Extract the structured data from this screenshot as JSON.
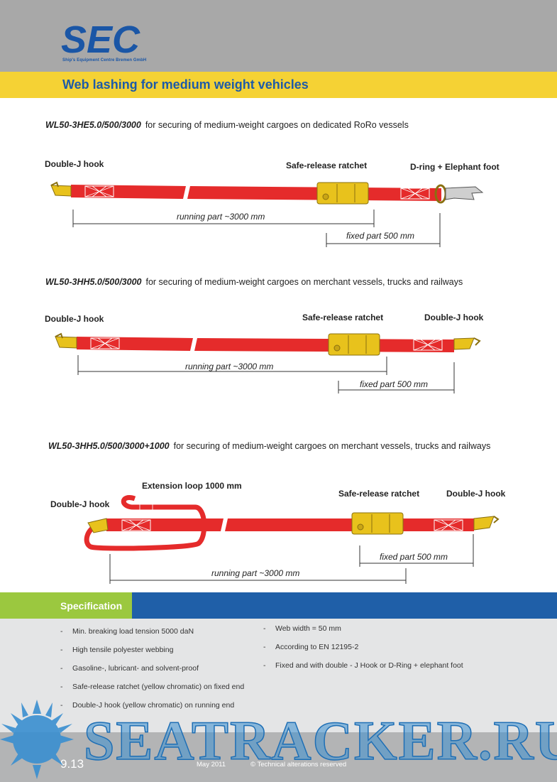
{
  "header": {
    "logo_text": "SEC",
    "logo_subtitle": "Ship's Equipment Centre Bremen GmbH",
    "title": "Web lashing for medium weight vehicles"
  },
  "products": [
    {
      "code": "WL50-3HE5.0/500/3000",
      "description": "for securing of medium-weight cargoes on dedicated RoRo vessels",
      "label_left": "Double-J hook",
      "label_mid": "Safe-release ratchet",
      "label_right": "D-ring + Elephant foot",
      "running_part": "running part ~3000 mm",
      "fixed_part": "fixed part 500 mm"
    },
    {
      "code": "WL50-3HH5.0/500/3000",
      "description": "for securing of medium-weight cargoes on merchant vessels, trucks and railways",
      "label_left": "Double-J hook",
      "label_mid": "Safe-release ratchet",
      "label_right": "Double-J hook",
      "running_part": "running part ~3000 mm",
      "fixed_part": "fixed part 500 mm"
    },
    {
      "code": "WL50-3HH5.0/500/3000+1000",
      "description": "for securing of medium-weight cargoes on merchant vessels, trucks and railways",
      "label_left": "Double-J hook",
      "label_ext": "Extension loop 1000 mm",
      "label_mid": "Safe-release ratchet",
      "label_right": "Double-J hook",
      "running_part": "running part ~3000 mm",
      "fixed_part": "fixed part 500 mm"
    }
  ],
  "specification": {
    "title": "Specification",
    "left_items": [
      "Min. breaking load tension 5000 daN",
      "High tensile polyester webbing",
      "Gasoline-, lubricant- and solvent-proof",
      "Safe-release ratchet (yellow chromatic) on fixed end",
      "Double-J hook (yellow chromatic) on running end"
    ],
    "right_items": [
      "Web width = 50 mm",
      "According to EN 12195-2",
      "Fixed and with double - J Hook or D-Ring + elephant foot"
    ]
  },
  "footer": {
    "page": "9.13",
    "date": "May 2011",
    "note": "© Technical alterations reserved"
  },
  "watermark": "SEATRACKER.RU",
  "colors": {
    "header_gray": "#a8a8a8",
    "title_yellow": "#f5d234",
    "brand_blue": "#1e5ba8",
    "strap_red": "#e52b2b",
    "hardware_yellow": "#e8c21c",
    "spec_green": "#9bc83f"
  }
}
